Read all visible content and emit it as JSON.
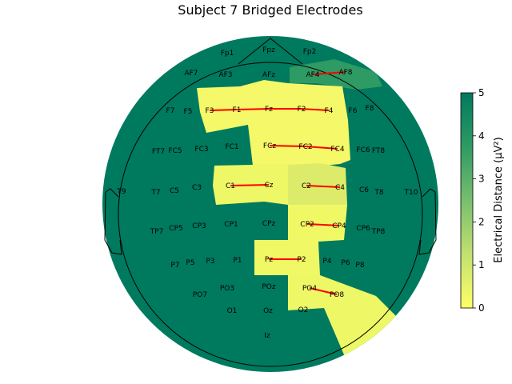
{
  "chart_data": {
    "type": "heatmap",
    "title": "Subject 7 Bridged Electrodes",
    "colorbar": {
      "label": "Electrical Distance (μV²)",
      "ticks": [
        "0",
        "1",
        "2",
        "3",
        "4",
        "5"
      ],
      "range": [
        0,
        5
      ],
      "colors": [
        "#ffff66",
        "#007a5e"
      ]
    },
    "electrodes": [
      "Fp1",
      "Fpz",
      "Fp2",
      "AF7",
      "AF3",
      "AFz",
      "AF4",
      "AF8",
      "F7",
      "F5",
      "F3",
      "F1",
      "Fz",
      "F2",
      "F4",
      "F6",
      "F8",
      "FT7",
      "FC5",
      "FC3",
      "FC1",
      "FCz",
      "FC2",
      "FC4",
      "FC6",
      "FT8",
      "T9",
      "T7",
      "C5",
      "C3",
      "C1",
      "Cz",
      "C2",
      "C4",
      "C6",
      "T8",
      "T10",
      "TP7",
      "CP5",
      "CP3",
      "CP1",
      "CPz",
      "CP2",
      "CP4",
      "CP6",
      "TP8",
      "P7",
      "P5",
      "P3",
      "P1",
      "Pz",
      "P2",
      "P4",
      "P6",
      "P8",
      "PO7",
      "PO3",
      "POz",
      "PO4",
      "PO8",
      "O1",
      "Oz",
      "O2",
      "Iz"
    ],
    "bridged_pairs": [
      [
        "AF4",
        "AF8"
      ],
      [
        "F3",
        "F1"
      ],
      [
        "F1",
        "Fz"
      ],
      [
        "Fz",
        "F2"
      ],
      [
        "F2",
        "F4"
      ],
      [
        "FCz",
        "FC2"
      ],
      [
        "FC2",
        "FC4"
      ],
      [
        "C1",
        "Cz"
      ],
      [
        "C2",
        "C4"
      ],
      [
        "CP2",
        "CP4"
      ],
      [
        "Pz",
        "P2"
      ],
      [
        "PO4",
        "PO8"
      ]
    ]
  }
}
